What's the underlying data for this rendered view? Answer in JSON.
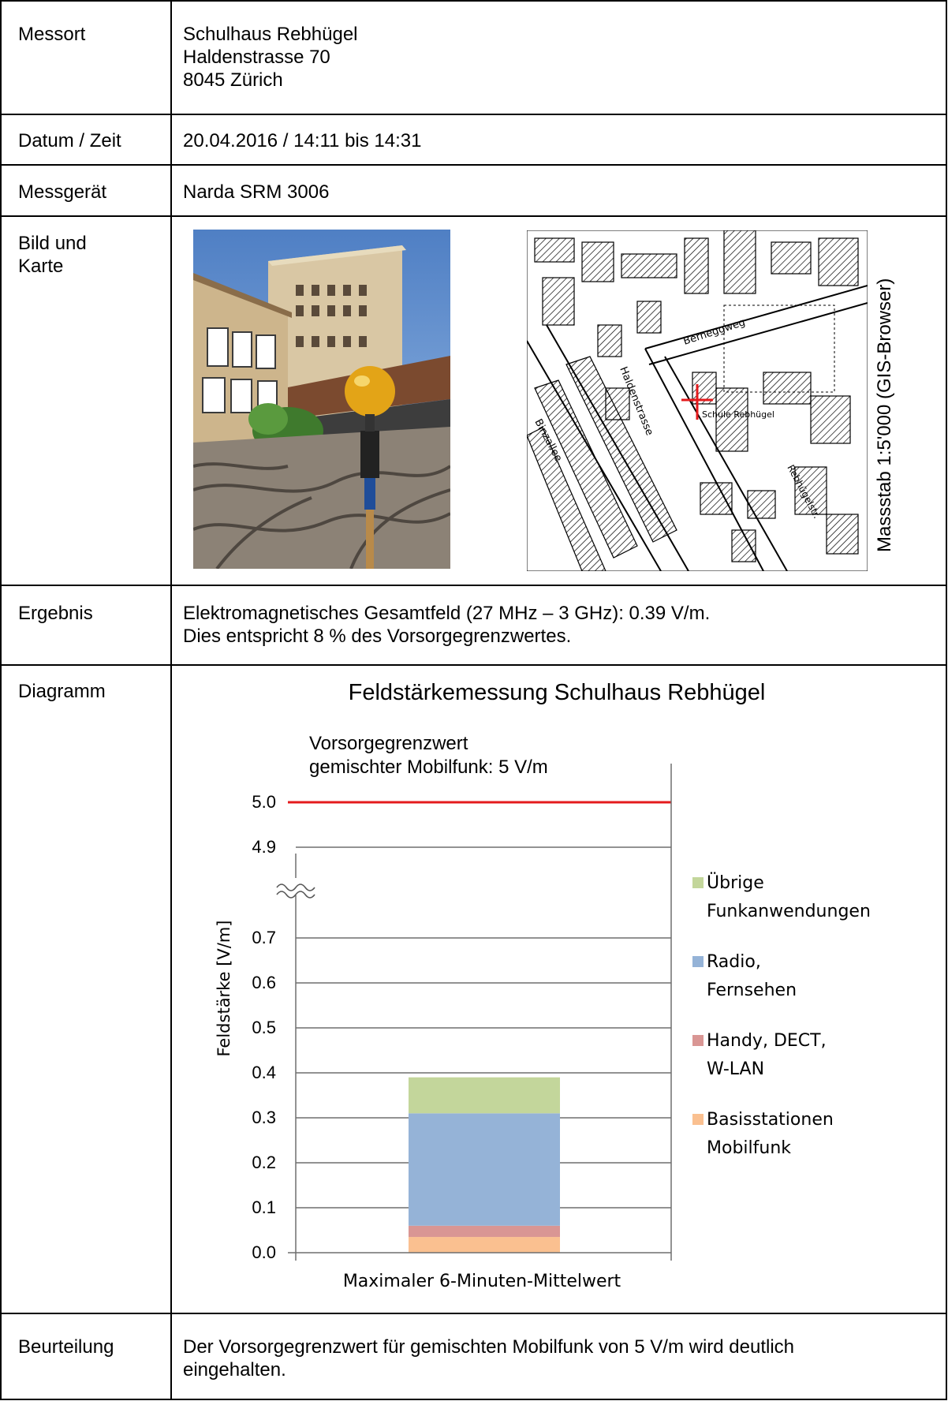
{
  "rows": {
    "messort": {
      "label": "Messort",
      "lines": [
        "Schulhaus Rebhügel",
        "Haldenstrasse 70",
        "8045 Zürich"
      ]
    },
    "datum": {
      "label": "Datum / Zeit",
      "value": "20.04.2016 / 14:11 bis 14:31"
    },
    "messgeraet": {
      "label": "Messgerät",
      "value": "Narda SRM 3006"
    },
    "bild": {
      "label_lines": [
        "Bild und",
        "Karte"
      ],
      "map_scale": "Massstab 1:5'000 (GIS-Browser)",
      "map_labels": {
        "street1": "Berneggweg",
        "street2": "Haldenstrasse",
        "street3": "Binzallee",
        "street4": "Rebhügelstr.",
        "school": "Schule Rebhügel"
      }
    },
    "ergebnis": {
      "label": "Ergebnis",
      "lines": [
        "Elektromagnetisches Gesamtfeld (27 MHz – 3 GHz): 0.39 V/m.",
        "Dies entspricht 8 % des Vorsorgegrenzwertes."
      ]
    },
    "diagramm": {
      "label": "Diagramm"
    },
    "beurteilung": {
      "label": "Beurteilung",
      "lines": [
        "Der Vorsorgegrenzwert für gemischten Mobilfunk von 5 V/m wird deutlich",
        "eingehalten."
      ]
    }
  },
  "chart_data": {
    "type": "bar",
    "title": "Feldstärkemessung Schulhaus Rebhügel",
    "ylabel": "Feldstärke [V/m]",
    "xlabel": "Maximaler 6-Minuten-Mittelwert",
    "categories": [
      "Maximaler 6-Minuten-Mittelwert"
    ],
    "stacked": true,
    "axis_break": [
      0.7,
      4.9
    ],
    "yticks_lower": [
      0.0,
      0.1,
      0.2,
      0.3,
      0.4,
      0.5,
      0.6,
      0.7
    ],
    "yticks_upper": [
      4.9,
      5.0
    ],
    "tick_labels": {
      "t00": "0.0",
      "t01": "0.1",
      "t02": "0.2",
      "t03": "0.3",
      "t04": "0.4",
      "t05": "0.5",
      "t06": "0.6",
      "t07": "0.7",
      "t49": "4.9",
      "t50": "5.0"
    },
    "series": [
      {
        "name": "Basisstationen Mobilfunk",
        "legend_lines": [
          "Basisstationen",
          "Mobilfunk"
        ],
        "value": 0.035,
        "color": "#fac090"
      },
      {
        "name": "Handy, DECT, W-LAN",
        "legend_lines": [
          "Handy, DECT,",
          "W-LAN"
        ],
        "value": 0.025,
        "color": "#d99694"
      },
      {
        "name": "Radio, Fernsehen",
        "legend_lines": [
          "Radio,",
          "Fernsehen"
        ],
        "value": 0.25,
        "color": "#95b3d7"
      },
      {
        "name": "Übrige Funkanwendungen",
        "legend_lines": [
          "Übrige",
          "Funkanwendungen"
        ],
        "value": 0.08,
        "color": "#c3d69b"
      }
    ],
    "limit": {
      "value": 5.0,
      "color": "#e41a1c",
      "annotation_lines": [
        "Vorsorgegrenzwert",
        "gemischter Mobilfunk: 5 V/m"
      ]
    }
  }
}
